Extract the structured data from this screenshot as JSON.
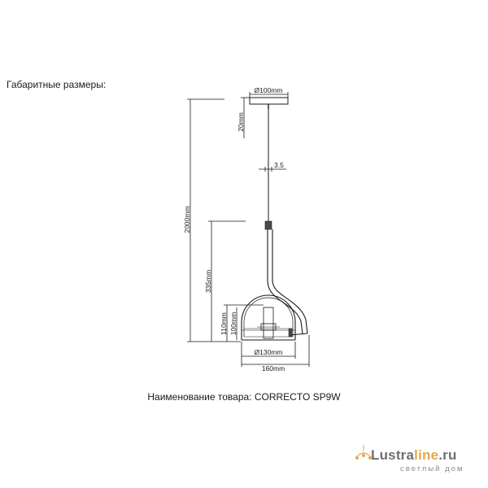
{
  "heading": "Габаритные размеры:",
  "product_name": "Наименование товара: CORRECTO SP9W",
  "dimensions": {
    "canopy_diameter": "Ø100mm",
    "canopy_height": "20mm",
    "cable": "3.5",
    "total_height": "2000mm",
    "body_height": "335mm",
    "shade_outer_height": "110mm",
    "shade_inner_height": "100mm",
    "shade_diameter": "Ø130mm",
    "total_width": "160mm"
  },
  "logo": {
    "part1": "Lustra",
    "part2": "line",
    "part3": ".ru",
    "tagline": "светлый дом"
  },
  "colors": {
    "line": "#1a1a1a",
    "logo_gray": "#6f6f6f",
    "logo_orange": "#e2a94a"
  }
}
